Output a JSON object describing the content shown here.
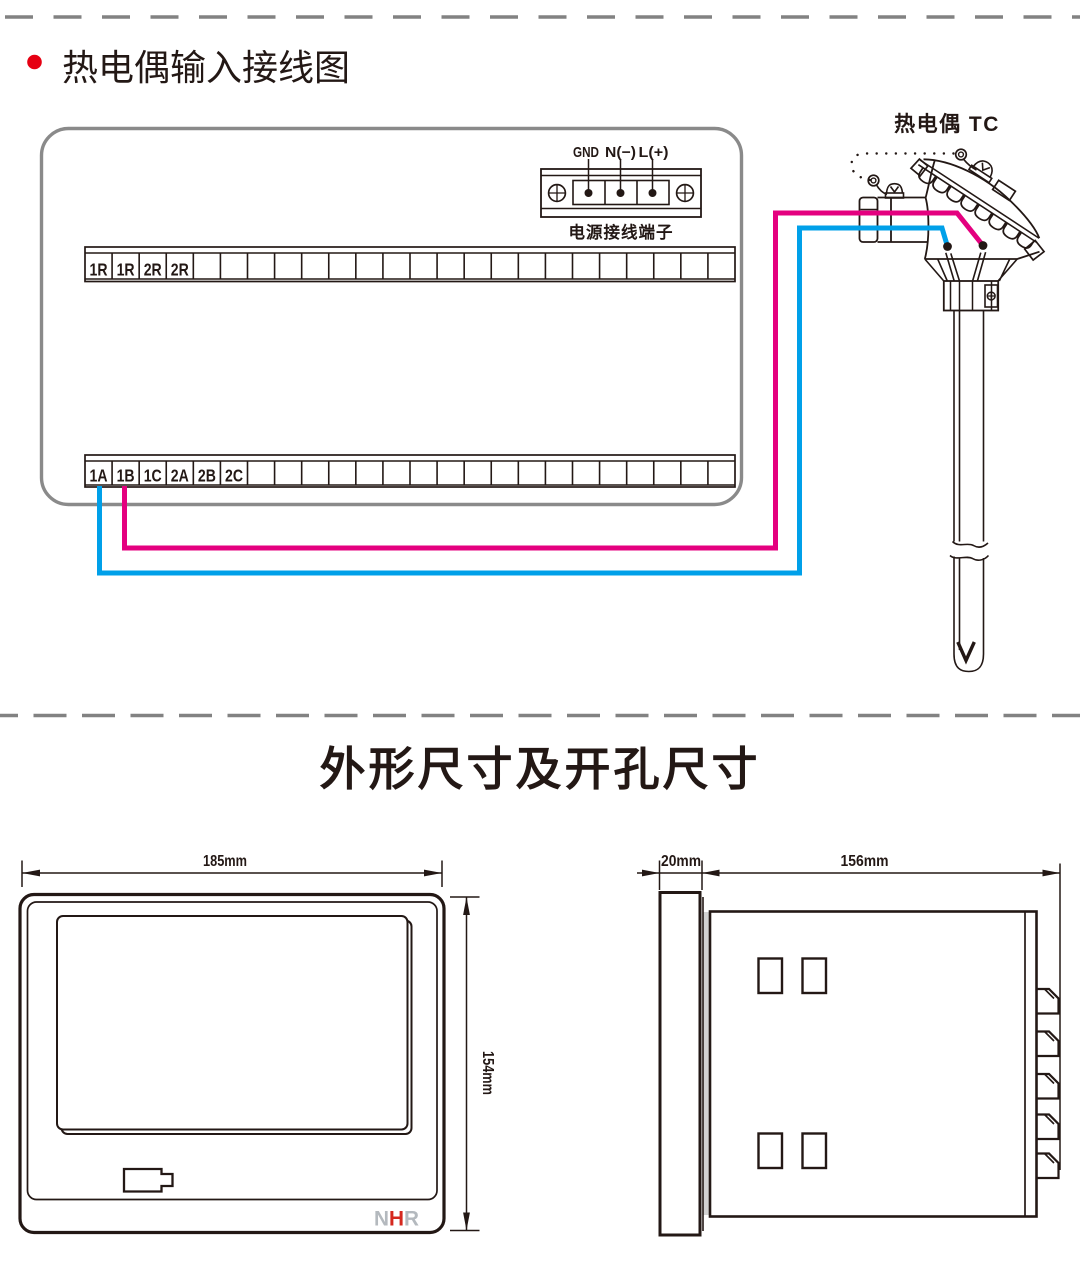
{
  "colors": {
    "ink": "#231815",
    "grey_line": "#898989",
    "wire_blue": "#00a0e9",
    "wire_magenta": "#e4007f",
    "bullet_red": "#e60012",
    "logo_grey": "#b4b9be",
    "logo_red": "#d5281e"
  },
  "section1": {
    "title": "热电偶输入接线图",
    "thermocouple_label": "热电偶 TC",
    "power_block": {
      "labels": [
        "GND",
        "N(−)",
        "L(+)"
      ],
      "caption": "电源接线端子"
    },
    "top_strip": {
      "cells": [
        "1R",
        "1R",
        "2R",
        "2R"
      ]
    },
    "bottom_strip": {
      "cells": [
        "1A",
        "1B",
        "1C",
        "2A",
        "2B",
        "2C"
      ]
    }
  },
  "section2": {
    "title": "外形尺寸及开孔尺寸",
    "front_view": {
      "width_dim": "185mm",
      "height_dim": "154mm",
      "logo_n": "N",
      "logo_h": "H",
      "logo_r": "R"
    },
    "side_view": {
      "depth_dim": "20mm",
      "length_dim": "156mm"
    }
  }
}
